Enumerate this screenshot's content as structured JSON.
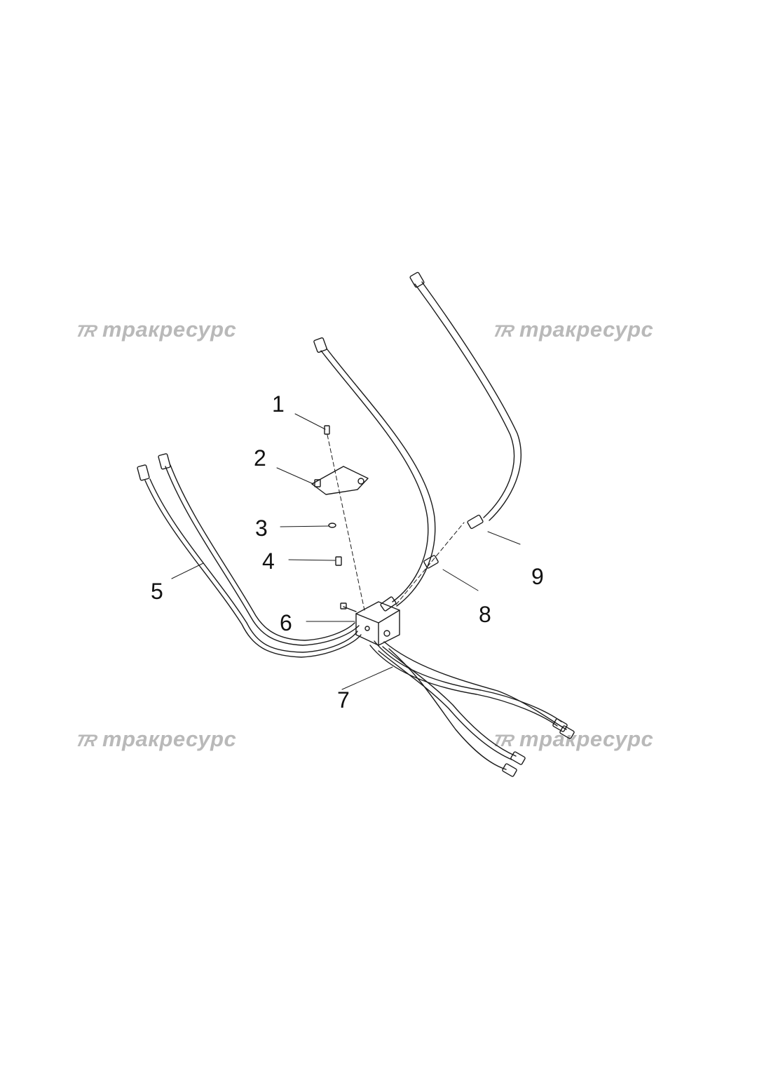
{
  "watermark": {
    "logo": "TR",
    "text": "тракресурс"
  },
  "callouts": [
    {
      "id": "1",
      "label": "1"
    },
    {
      "id": "2",
      "label": "2"
    },
    {
      "id": "3",
      "label": "3"
    },
    {
      "id": "4",
      "label": "4"
    },
    {
      "id": "5",
      "label": "5"
    },
    {
      "id": "6",
      "label": "6"
    },
    {
      "id": "7",
      "label": "7"
    },
    {
      "id": "8",
      "label": "8"
    },
    {
      "id": "9",
      "label": "9"
    }
  ],
  "colors": {
    "line": "#1a1a1a",
    "watermark": "#b9b9b9",
    "background": "#ffffff"
  }
}
